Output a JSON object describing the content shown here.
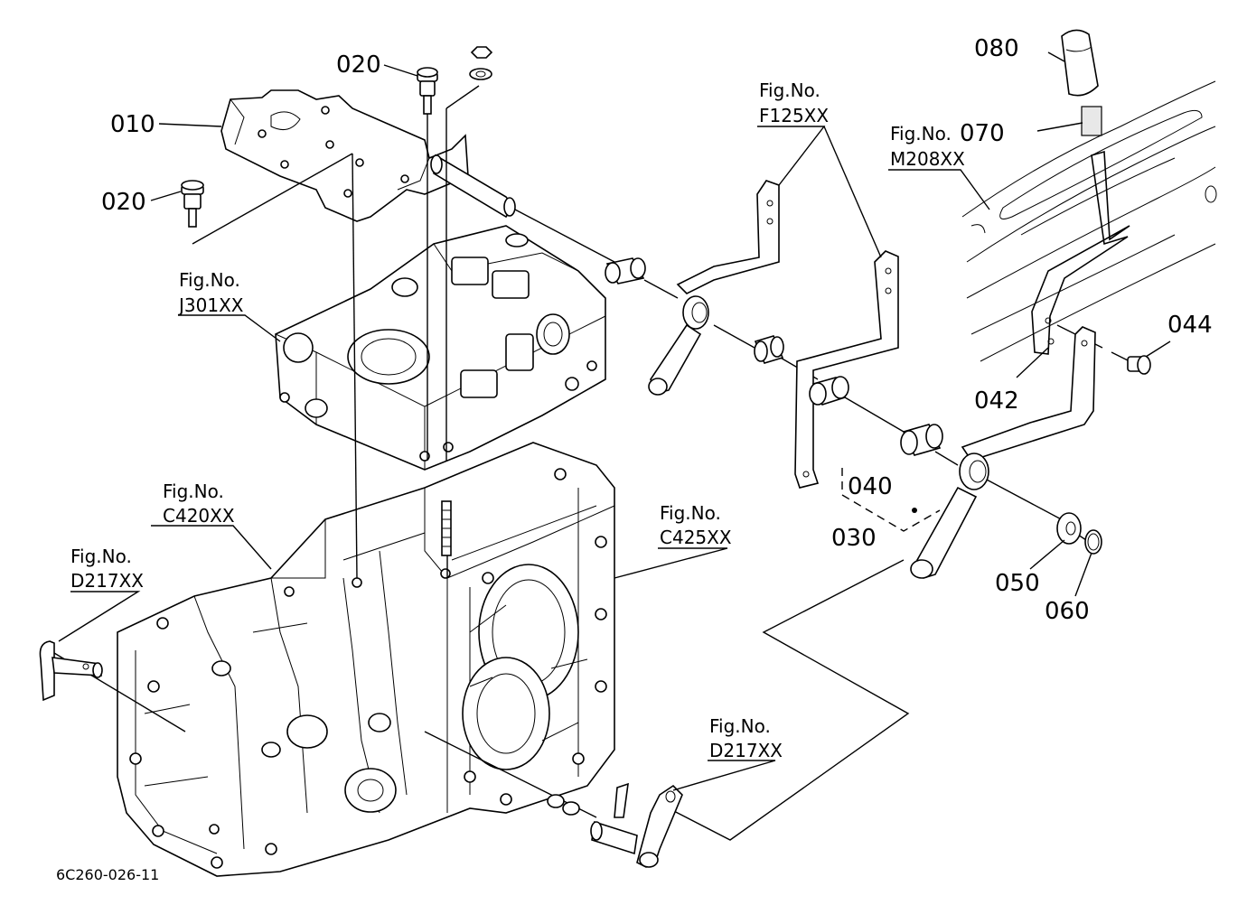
{
  "diagram_code": "6C260-026-11",
  "part_numbers": {
    "p010": "010",
    "p020_top": "020",
    "p020_left": "020",
    "p030": "030",
    "p040": "040",
    "p042": "042",
    "p044": "044",
    "p050": "050",
    "p060": "060",
    "p070": "070",
    "p080": "080"
  },
  "figure_refs": {
    "f125": {
      "line1": "Fig.No.",
      "line2": "F125XX"
    },
    "m208": {
      "line1": "Fig.No.",
      "line2": "M208XX"
    },
    "j301": {
      "line1": "Fig.No.",
      "line2": "J301XX"
    },
    "c420": {
      "line1": "Fig.No.",
      "line2": "C420XX"
    },
    "c425": {
      "line1": "Fig.No.",
      "line2": "C425XX"
    },
    "d217_left": {
      "line1": "Fig.No.",
      "line2": "D217XX"
    },
    "d217_bottom": {
      "line1": "Fig.No.",
      "line2": "D217XX"
    }
  }
}
